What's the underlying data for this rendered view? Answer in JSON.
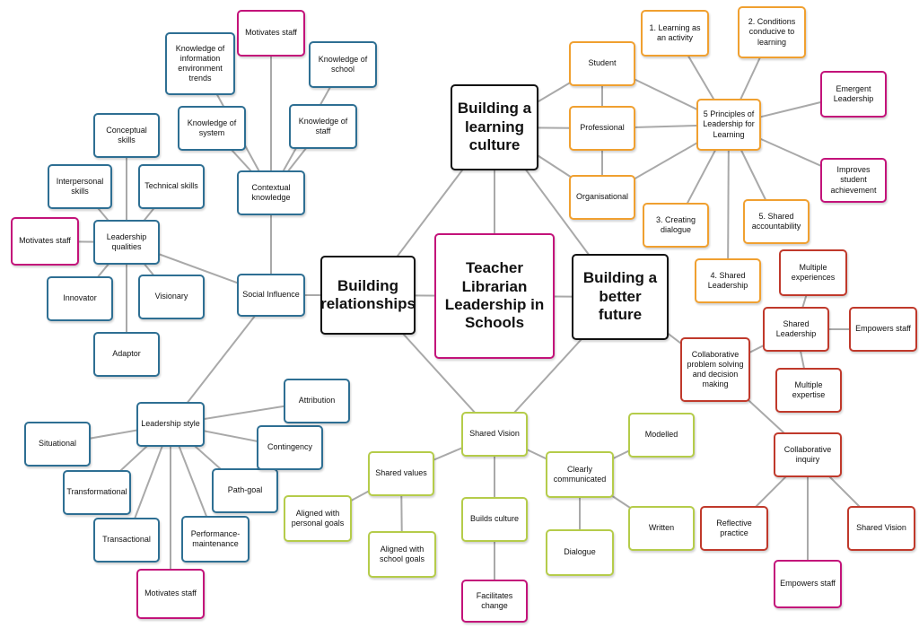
{
  "colors": {
    "line": "#a9a9a9",
    "black": "#111111",
    "magenta": "#c3137a",
    "blue": "#2e6f93",
    "orange": "#f0a030",
    "green": "#b5cc4a",
    "red": "#c0392b"
  },
  "nodes": {
    "center": "Teacher Librarian Leadership in Schools",
    "building_relationships": "Building relationships",
    "building_learning_culture": "Building a learning culture",
    "building_better_future": "Building a better future",
    "social_influence": "Social Influence",
    "contextual_knowledge": "Contextual knowledge",
    "knowledge_system": "Knowledge of system",
    "knowledge_info_env": "Knowledge of information environment trends",
    "motivates_staff_top": "Motivates staff",
    "knowledge_school": "Knowledge of school",
    "knowledge_staff": "Knowledge of staff",
    "leadership_qualities": "Leadership qualities",
    "conceptual_skills": "Conceptual skills",
    "interpersonal_skills": "Interpersonal skills",
    "technical_skills": "Technical skills",
    "motivates_staff_left": "Motivates staff",
    "innovator": "Innovator",
    "visionary": "Visionary",
    "adaptor": "Adaptor",
    "leadership_style": "Leadership style",
    "situational": "Situational",
    "transformational": "Transformational",
    "transactional": "Transactional",
    "motivates_staff_bottom": "Motivates staff",
    "performance_maintenance": "Performance-maintenance",
    "path_goal": "Path-goal",
    "contingency": "Contingency",
    "attribution": "Attribution",
    "student": "Student",
    "professional": "Professional",
    "organisational": "Organisational",
    "five_principles": "5 Principles of Leadership for Learning",
    "learning_activity": "1. Learning as an activity",
    "conditions_conducive": "2. Conditions conducive to learning",
    "emergent_leadership": "Emergent Leadership",
    "improves_student": "Improves student achievement",
    "shared_accountability": "5. Shared accountability",
    "shared_leadership_4": "4. Shared Leadership",
    "creating_dialogue": "3. Creating dialogue",
    "shared_vision": "Shared Vision",
    "shared_values": "Shared values",
    "aligned_personal": "Aligned with personal goals",
    "aligned_school": "Aligned with school goals",
    "builds_culture": "Builds culture",
    "facilitates_change": "Facilitates change",
    "clearly_communicated": "Clearly communicated",
    "modelled": "Modelled",
    "written": "Written",
    "dialogue": "Dialogue",
    "collab_problem": "Collaborative problem solving and decision making",
    "shared_leadership": "Shared Leadership",
    "multiple_experiences": "Multiple experiences",
    "empowers_staff_right": "Empowers staff",
    "multiple_expertise": "Multiple expertise",
    "collab_inquiry": "Collaborative inquiry",
    "reflective_practice": "Reflective practice",
    "empowers_staff_bottom": "Empowers staff",
    "shared_vision_red": "Shared Vision"
  }
}
